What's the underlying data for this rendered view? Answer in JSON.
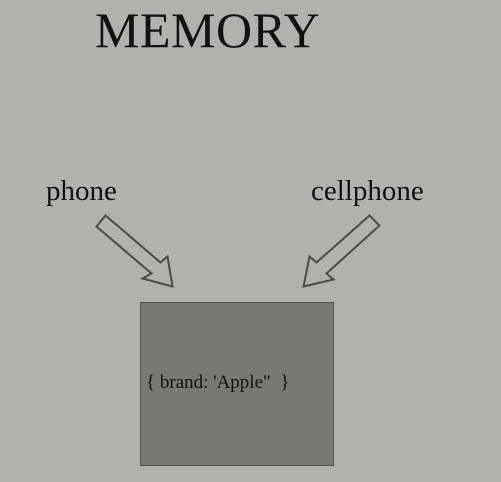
{
  "diagram": {
    "title": "MEMORY",
    "references": [
      {
        "label": "phone"
      },
      {
        "label": "cellphone"
      }
    ],
    "object": {
      "text": "{ brand: 'Apple\"  }"
    },
    "colors": {
      "background": "#b3b1ae",
      "box_fill": "#7a7873",
      "arrow_stroke": "#4d4c49",
      "text": "#111111"
    }
  }
}
